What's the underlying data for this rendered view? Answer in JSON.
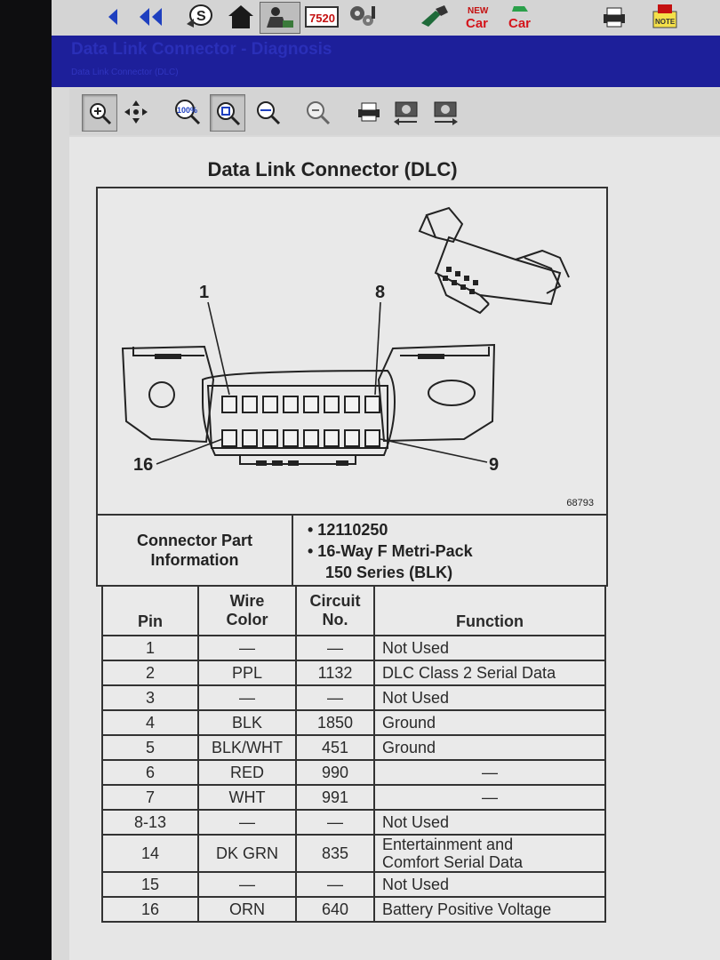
{
  "toolbar": {
    "icons": [
      "back-arrow-icon",
      "fast-back-icon",
      "info-icon",
      "home-icon",
      "service-icon",
      "codes-icon",
      "tools-icon",
      "wrench-icon",
      "new-car-icon",
      "car-icon",
      "print-icon",
      "note-icon"
    ],
    "codes_label": "7520",
    "new_car_top": "NEW",
    "new_car_bottom": "Car",
    "car_label": "Car",
    "note_label": "NOTE"
  },
  "header": {
    "title": "Data Link Connector - Diagnosis",
    "subtitle": "Data Link Connector (DLC)"
  },
  "viewer_toolbar": {
    "icons": [
      "zoom-window-icon",
      "pan-icon",
      "zoom-100-icon",
      "zoom-fit-icon",
      "zoom-width-icon",
      "zoom-out-icon",
      "print-icon",
      "previous-image-icon",
      "next-image-icon"
    ],
    "zoom_100_label": "100%"
  },
  "document": {
    "title": "Data Link Connector (DLC)",
    "figure": {
      "pin_labels": {
        "p1": "1",
        "p8": "8",
        "p16": "16",
        "p9": "9"
      },
      "code": "68793"
    },
    "connector_info": {
      "label_line1": "Connector Part",
      "label_line2": "Information",
      "part_number": "• 12110250",
      "description_line1": "• 16-Way F Metri-Pack",
      "description_line2": "150 Series (BLK)"
    },
    "table": {
      "headers": {
        "pin": "Pin",
        "wire_color_1": "Wire",
        "wire_color_2": "Color",
        "circuit_1": "Circuit",
        "circuit_2": "No.",
        "function": "Function"
      },
      "rows": [
        {
          "pin": "1",
          "wire": "—",
          "circuit": "—",
          "function": "Not Used"
        },
        {
          "pin": "2",
          "wire": "PPL",
          "circuit": "1132",
          "function": "DLC Class 2 Serial Data"
        },
        {
          "pin": "3",
          "wire": "—",
          "circuit": "—",
          "function": "Not Used"
        },
        {
          "pin": "4",
          "wire": "BLK",
          "circuit": "1850",
          "function": "Ground"
        },
        {
          "pin": "5",
          "wire": "BLK/WHT",
          "circuit": "451",
          "function": "Ground"
        },
        {
          "pin": "6",
          "wire": "RED",
          "circuit": "990",
          "function": "—"
        },
        {
          "pin": "7",
          "wire": "WHT",
          "circuit": "991",
          "function": "—"
        },
        {
          "pin": "8-13",
          "wire": "—",
          "circuit": "—",
          "function": "Not Used"
        },
        {
          "pin": "14",
          "wire": "DK GRN",
          "circuit": "835",
          "function": "Entertainment and Comfort Serial Data",
          "function_line1": "Entertainment and",
          "function_line2": "Comfort Serial Data"
        },
        {
          "pin": "15",
          "wire": "—",
          "circuit": "—",
          "function": "Not Used"
        },
        {
          "pin": "16",
          "wire": "ORN",
          "circuit": "640",
          "function": "Battery Positive Voltage"
        }
      ]
    }
  },
  "colors": {
    "header_blue": "#1d1f9a",
    "nav_blue": "#1e3fbf",
    "car_red": "#d4141b"
  }
}
